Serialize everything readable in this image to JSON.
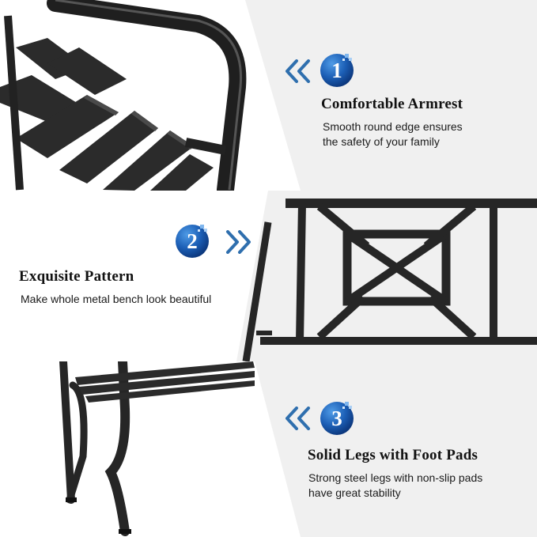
{
  "features": [
    {
      "number": "1",
      "title": "Comfortable Armrest",
      "description_lines": [
        "Smooth round edge ensures",
        "the safety of your family"
      ],
      "photo_icon": "bench-armrest-photo",
      "chevron_icon": "double-chevron-left-icon"
    },
    {
      "number": "2",
      "title": "Exquisite Pattern",
      "description_lines": [
        "Make whole metal bench look beautiful"
      ],
      "photo_icon": "bench-backrest-pattern-photo",
      "chevron_icon": "double-chevron-right-icon"
    },
    {
      "number": "3",
      "title": "Solid Legs with Foot Pads",
      "description_lines": [
        "Strong steel legs with non-slip pads",
        "have great stability"
      ],
      "photo_icon": "bench-legs-photo",
      "chevron_icon": "double-chevron-left-icon"
    }
  ],
  "colors": {
    "band_gray": "#f0f0f0",
    "band_white": "#ffffff",
    "badge_blue": "#1c5fb6",
    "chevron_blue": "#2f6fae",
    "metal": "#262626"
  }
}
